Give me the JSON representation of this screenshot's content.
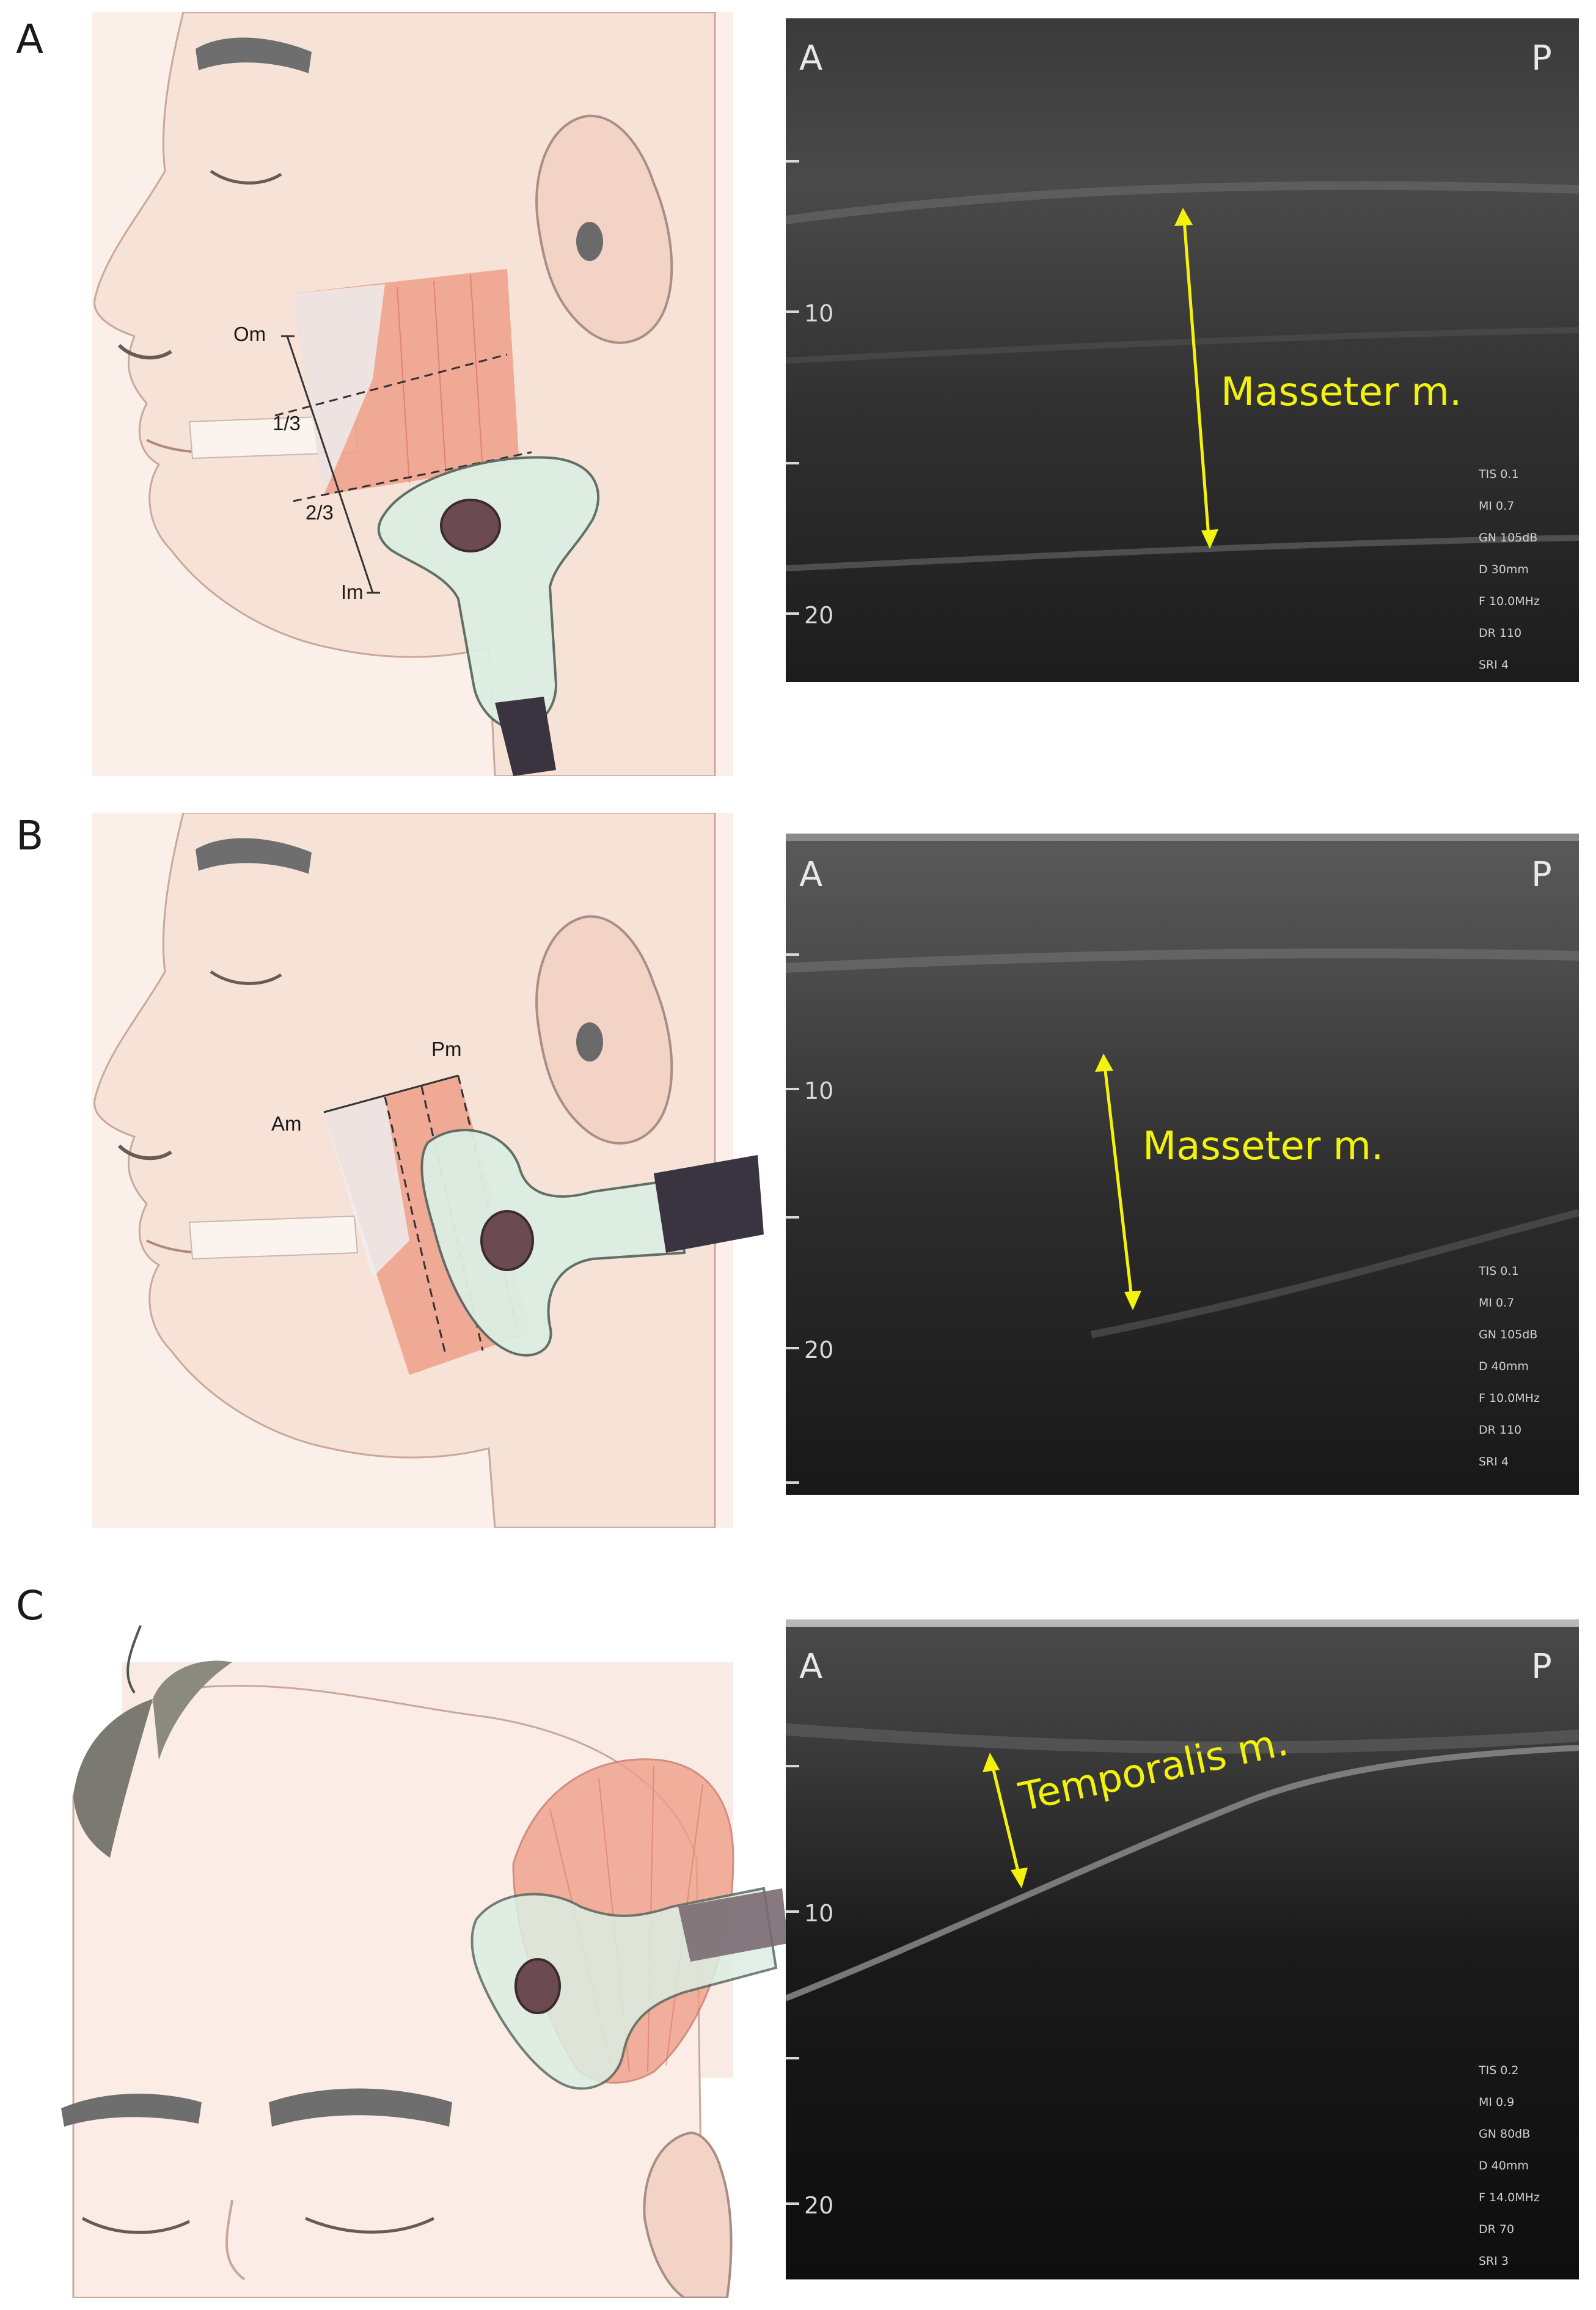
{
  "panels": [
    {
      "label": "A",
      "labels": {
        "top": "Om",
        "third1": "1/3",
        "third2": "2/3",
        "bottom": "Im"
      },
      "us": {
        "left": "A",
        "right": "P",
        "depth_ticks": [
          "10",
          "20"
        ],
        "muscle": "Masseter m.",
        "params": [
          "TIS 0.1",
          "MI 0.7",
          "GN 105dB",
          "D 30mm",
          "F 10.0MHz",
          "DR 110",
          "SRI 4"
        ]
      }
    },
    {
      "label": "B",
      "labels": {
        "left": "Am",
        "right": "Pm"
      },
      "us": {
        "left": "A",
        "right": "P",
        "depth_ticks": [
          "10",
          "20"
        ],
        "muscle": "Masseter m.",
        "params": [
          "TIS 0.1",
          "MI 0.7",
          "GN 105dB",
          "D 40mm",
          "F 10.0MHz",
          "DR 110",
          "SRI 4"
        ]
      }
    },
    {
      "label": "C",
      "us": {
        "left": "A",
        "right": "P",
        "depth_ticks": [
          "10",
          "20"
        ],
        "muscle": "Temporalis m.",
        "params": [
          "TIS 0.2",
          "MI 0.9",
          "GN 80dB",
          "D 40mm",
          "F 14.0MHz",
          "DR 70",
          "SRI 3"
        ]
      }
    }
  ],
  "colors": {
    "skin": "#f7e2d7",
    "muscle": "#ef9f8a",
    "tendon": "#e8ecef",
    "probe": "#dceee3",
    "probe_cable": "#3a3440",
    "arrow": "#f2f20c",
    "us_bg": "#0e0e0e"
  }
}
